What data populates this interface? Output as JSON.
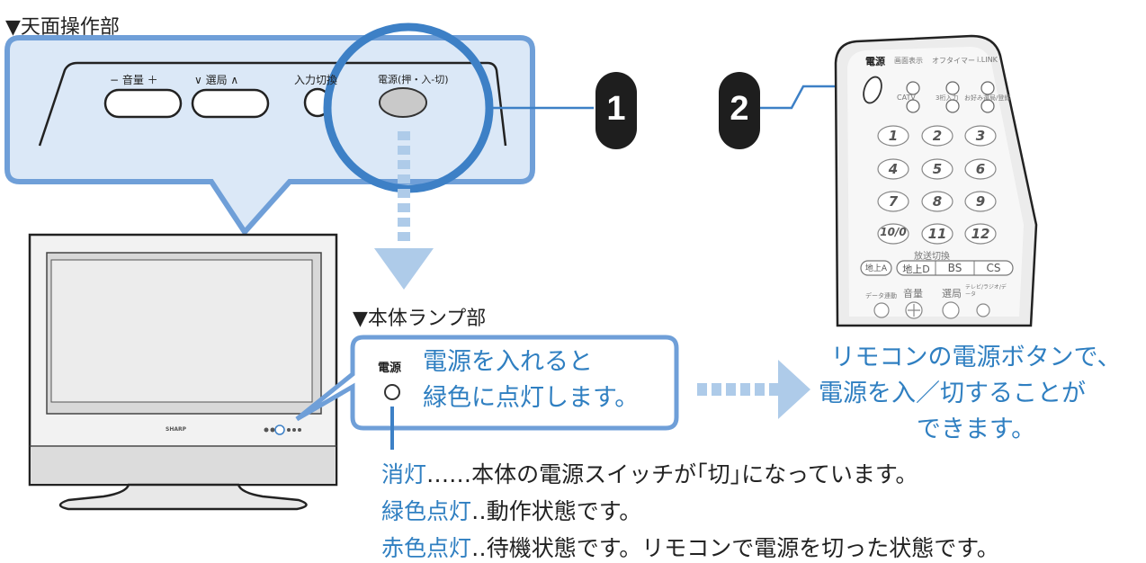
{
  "top_panel": {
    "heading": "▼天面操作部"
  },
  "controls": {
    "volume": "− 音量 ＋",
    "channel": "∨ 選局 ∧",
    "input": "入力切換",
    "power": "電源(押・入-切)"
  },
  "callouts": {
    "one": "1",
    "two": "2"
  },
  "lamp_section": {
    "heading": "▼本体ランプ部",
    "lamp_label": "電源",
    "bubble_line1": "電源を入れると",
    "bubble_line2": "緑色に点灯します。"
  },
  "remote_message": {
    "line1": "リモコンの電源ボタンで、",
    "line2": "電源を入／切することが",
    "line3": "できます。"
  },
  "legend": [
    {
      "term": "消灯",
      "dots": "‥‥‥",
      "desc": "本体の電源スイッチが｢切｣になっています。"
    },
    {
      "term": "緑色点灯",
      "dots": "‥",
      "desc": "動作状態です。"
    },
    {
      "term": "赤色点灯",
      "dots": "‥",
      "desc": "待機状態です。リモコンで電源を切った状態です。"
    }
  ],
  "tv": {
    "brand": "SHARP"
  },
  "remote": {
    "row1": [
      "電源",
      "画面表示",
      "オフタイマー",
      "i.LINK"
    ],
    "row2": [
      "CATV",
      "3桁入力",
      "お好み選局/登録"
    ],
    "numbers": [
      "1",
      "2",
      "3",
      "4",
      "5",
      "6",
      "7",
      "8",
      "9",
      "10/0",
      "11",
      "12"
    ],
    "broadcast_label": "放送切換",
    "broadcast": [
      "地上A",
      "地上D",
      "BS",
      "CS"
    ],
    "bottom": [
      "データ連動",
      "音量",
      "選局",
      "テレビ/ラジオ/データ"
    ]
  },
  "colors": {
    "accent": "#2f7fc1",
    "bubble_border": "#6f9fd8",
    "dark": "#1e1e1e"
  }
}
